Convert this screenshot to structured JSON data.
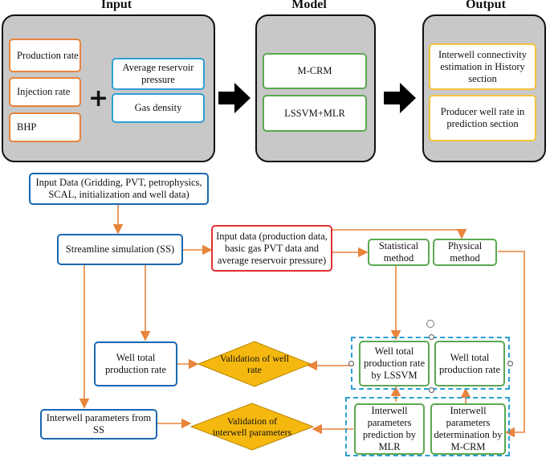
{
  "headers": {
    "input": "Input",
    "model": "Model",
    "output": "Output"
  },
  "top": {
    "inputs_left": [
      "Production rate",
      "Injection rate",
      "BHP"
    ],
    "inputs_right": [
      "Average reservoir pressure",
      "Gas density"
    ],
    "models": [
      "M-CRM",
      "LSSVM+MLR"
    ],
    "outputs": [
      "Interwell connectivity estimation in History section",
      "Producer well rate in prediction section"
    ]
  },
  "flow": {
    "input_data": "Input Data (Gridding, PVT, petrophysics, SCAL, initialization and well data)",
    "streamline": "Streamline simulation (SS)",
    "input_prod": "Input data (production data, basic gas PVT data and average reservoir pressure)",
    "statistical": "Statistical method",
    "physical": "Physical method",
    "well_total_ss": "Well total production rate",
    "validation_rate": "Validation of well rate",
    "well_total_lssvm": "Well total production rate by LSSVM",
    "well_total_prod": "Well total production rate",
    "interwell_ss": "Interwell parameters from SS",
    "validation_interwell": "Validation of interwell parameters",
    "interwell_mlr": "Interwell parameters prediction by MLR",
    "interwell_mcrm": "Interwell parameters determination by M-CRM"
  },
  "colors": {
    "orange": "#e8843c",
    "cyan": "#2f9fd6",
    "green": "#5aa84f",
    "yellow": "#f4c23c",
    "blue": "#1a68b0",
    "red": "#e03030",
    "diamond": "#f5b80f",
    "panel": "#c8c8c8"
  }
}
